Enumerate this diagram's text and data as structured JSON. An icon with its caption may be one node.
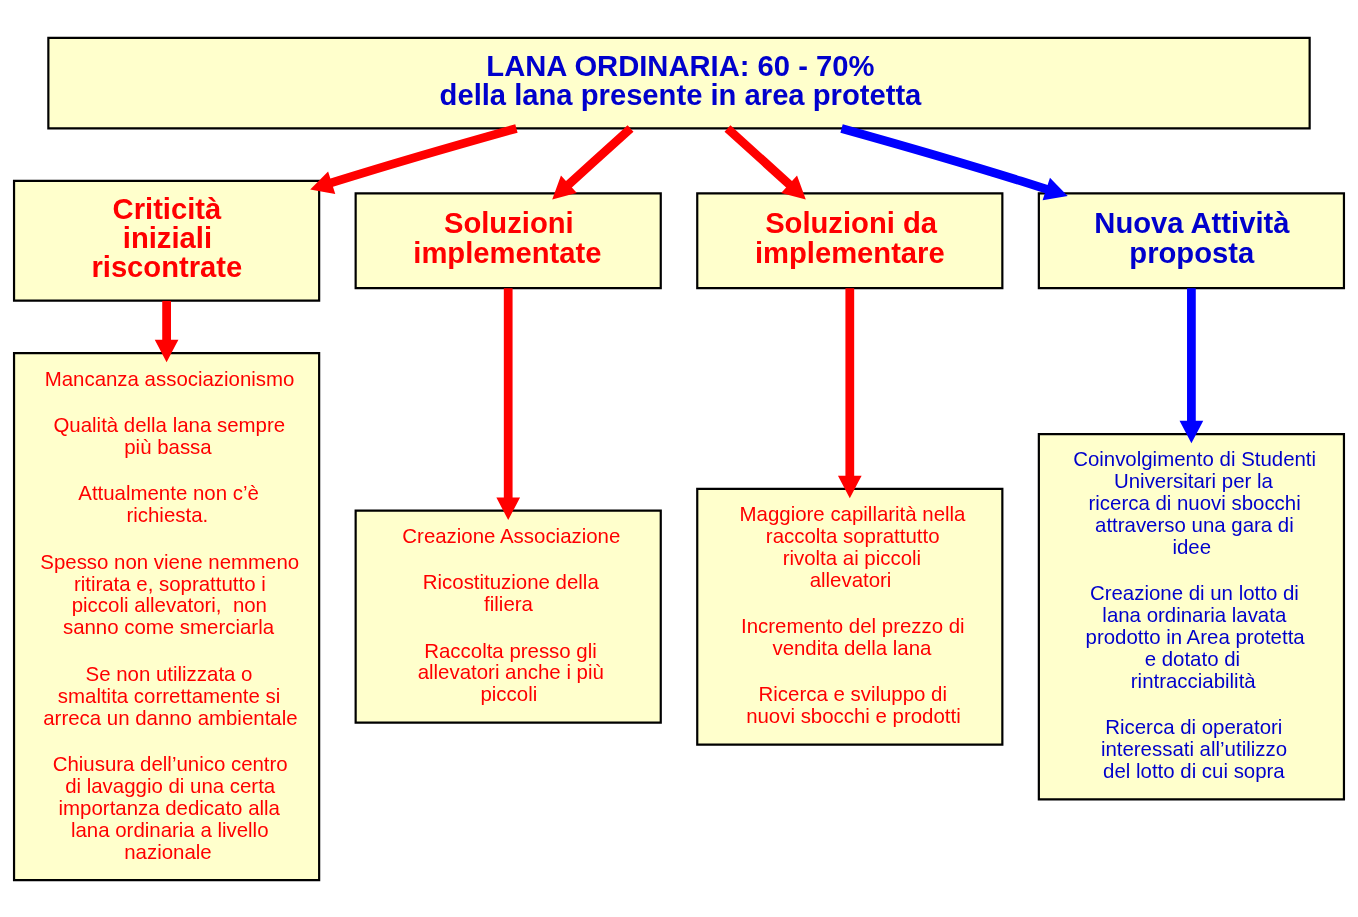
{
  "diagram": {
    "nodes": [
      {
        "text": [
          "LANA ORDINARIA: 60 - 70%",
          "della lana presente in area protetta"
        ]
      },
      {
        "text": [
          "Criticità iniziali riscontrate"
        ]
      },
      {
        "text": [
          "Soluzioni implementate"
        ]
      },
      {
        "text": [
          "Soluzioni da implementare"
        ]
      },
      {
        "text": [
          "Nuova Attività proposta"
        ]
      },
      {
        "text": [
          "Mancanza associazionismo",
          "Qualità della lana sempre più bassa",
          "Attualmente non c’è richiesta.",
          "Spesso non viene nemmeno ritirata e, soprattutto i piccoli allevatori,  non sanno come smerciarla",
          "Se non utilizzata o smaltita correttamente si arreca un danno ambientale",
          "Chiusura dell’unico centro di lavaggio di una certa importanza dedicato alla lana ordinaria a livello nazionale"
        ]
      },
      {
        "text": [
          "Creazione Associazione",
          "Ricostituzione della filiera",
          "Raccolta presso gli allevatori anche i più piccoli"
        ]
      },
      {
        "text": [
          "Maggiore capillarità nella raccolta soprattutto rivolta ai piccoli allevatori",
          "Incremento del prezzo di vendita della lana",
          "Ricerca e sviluppo di nuovi sbocchi e prodotti"
        ]
      },
      {
        "text": [
          "Coinvolgimento di Studenti Universitari per la ricerca di nuovi sbocchi attraverso una gara di idee",
          "Creazione di un lotto di lana ordinaria lavata prodotto in Area protetta e dotato di rintracciabilità",
          "Ricerca di operatori interessati all’utilizzo del lotto di cui sopra"
        ]
      }
    ],
    "edges": [
      {
        "from": 0,
        "to": 1,
        "arrow": "to"
      },
      {
        "from": 0,
        "to": 2,
        "arrow": "to"
      },
      {
        "from": 0,
        "to": 3,
        "arrow": "to"
      },
      {
        "from": 0,
        "to": 4,
        "arrow": "to",
        "color": "#0000ff"
      },
      {
        "from": 1,
        "to": 5,
        "arrow": "to"
      },
      {
        "from": 2,
        "to": 6,
        "arrow": "to"
      },
      {
        "from": 3,
        "to": 7,
        "arrow": "to"
      },
      {
        "from": 4,
        "to": 8,
        "arrow": "to",
        "color": "#0000ff"
      }
    ]
  }
}
